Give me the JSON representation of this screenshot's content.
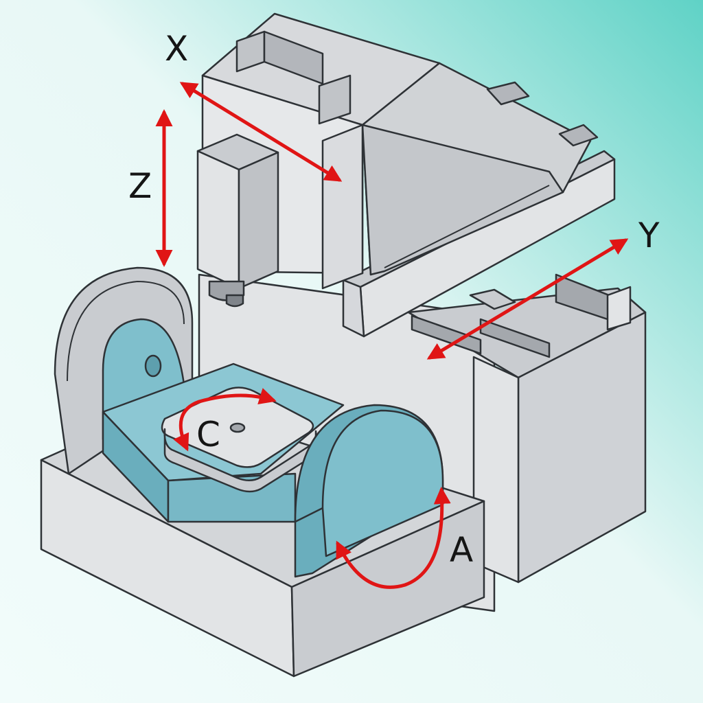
{
  "diagram": {
    "axes": {
      "x": {
        "label": "X"
      },
      "y": {
        "label": "Y"
      },
      "z": {
        "label": "Z"
      },
      "a": {
        "label": "A"
      },
      "c": {
        "label": "C"
      }
    }
  },
  "colors": {
    "background_light": "#f2fcfb",
    "background_accent": "#5fd2c6",
    "machine_gray_light": "#e2e4e6",
    "machine_gray_mid": "#c9ccd0",
    "machine_gray_dark": "#a4a8ad",
    "rotary_blue": "#7fbfcc",
    "rotary_blue_dark": "#5e9fae",
    "outline": "#2e3236",
    "arrow_red": "#e01515"
  }
}
